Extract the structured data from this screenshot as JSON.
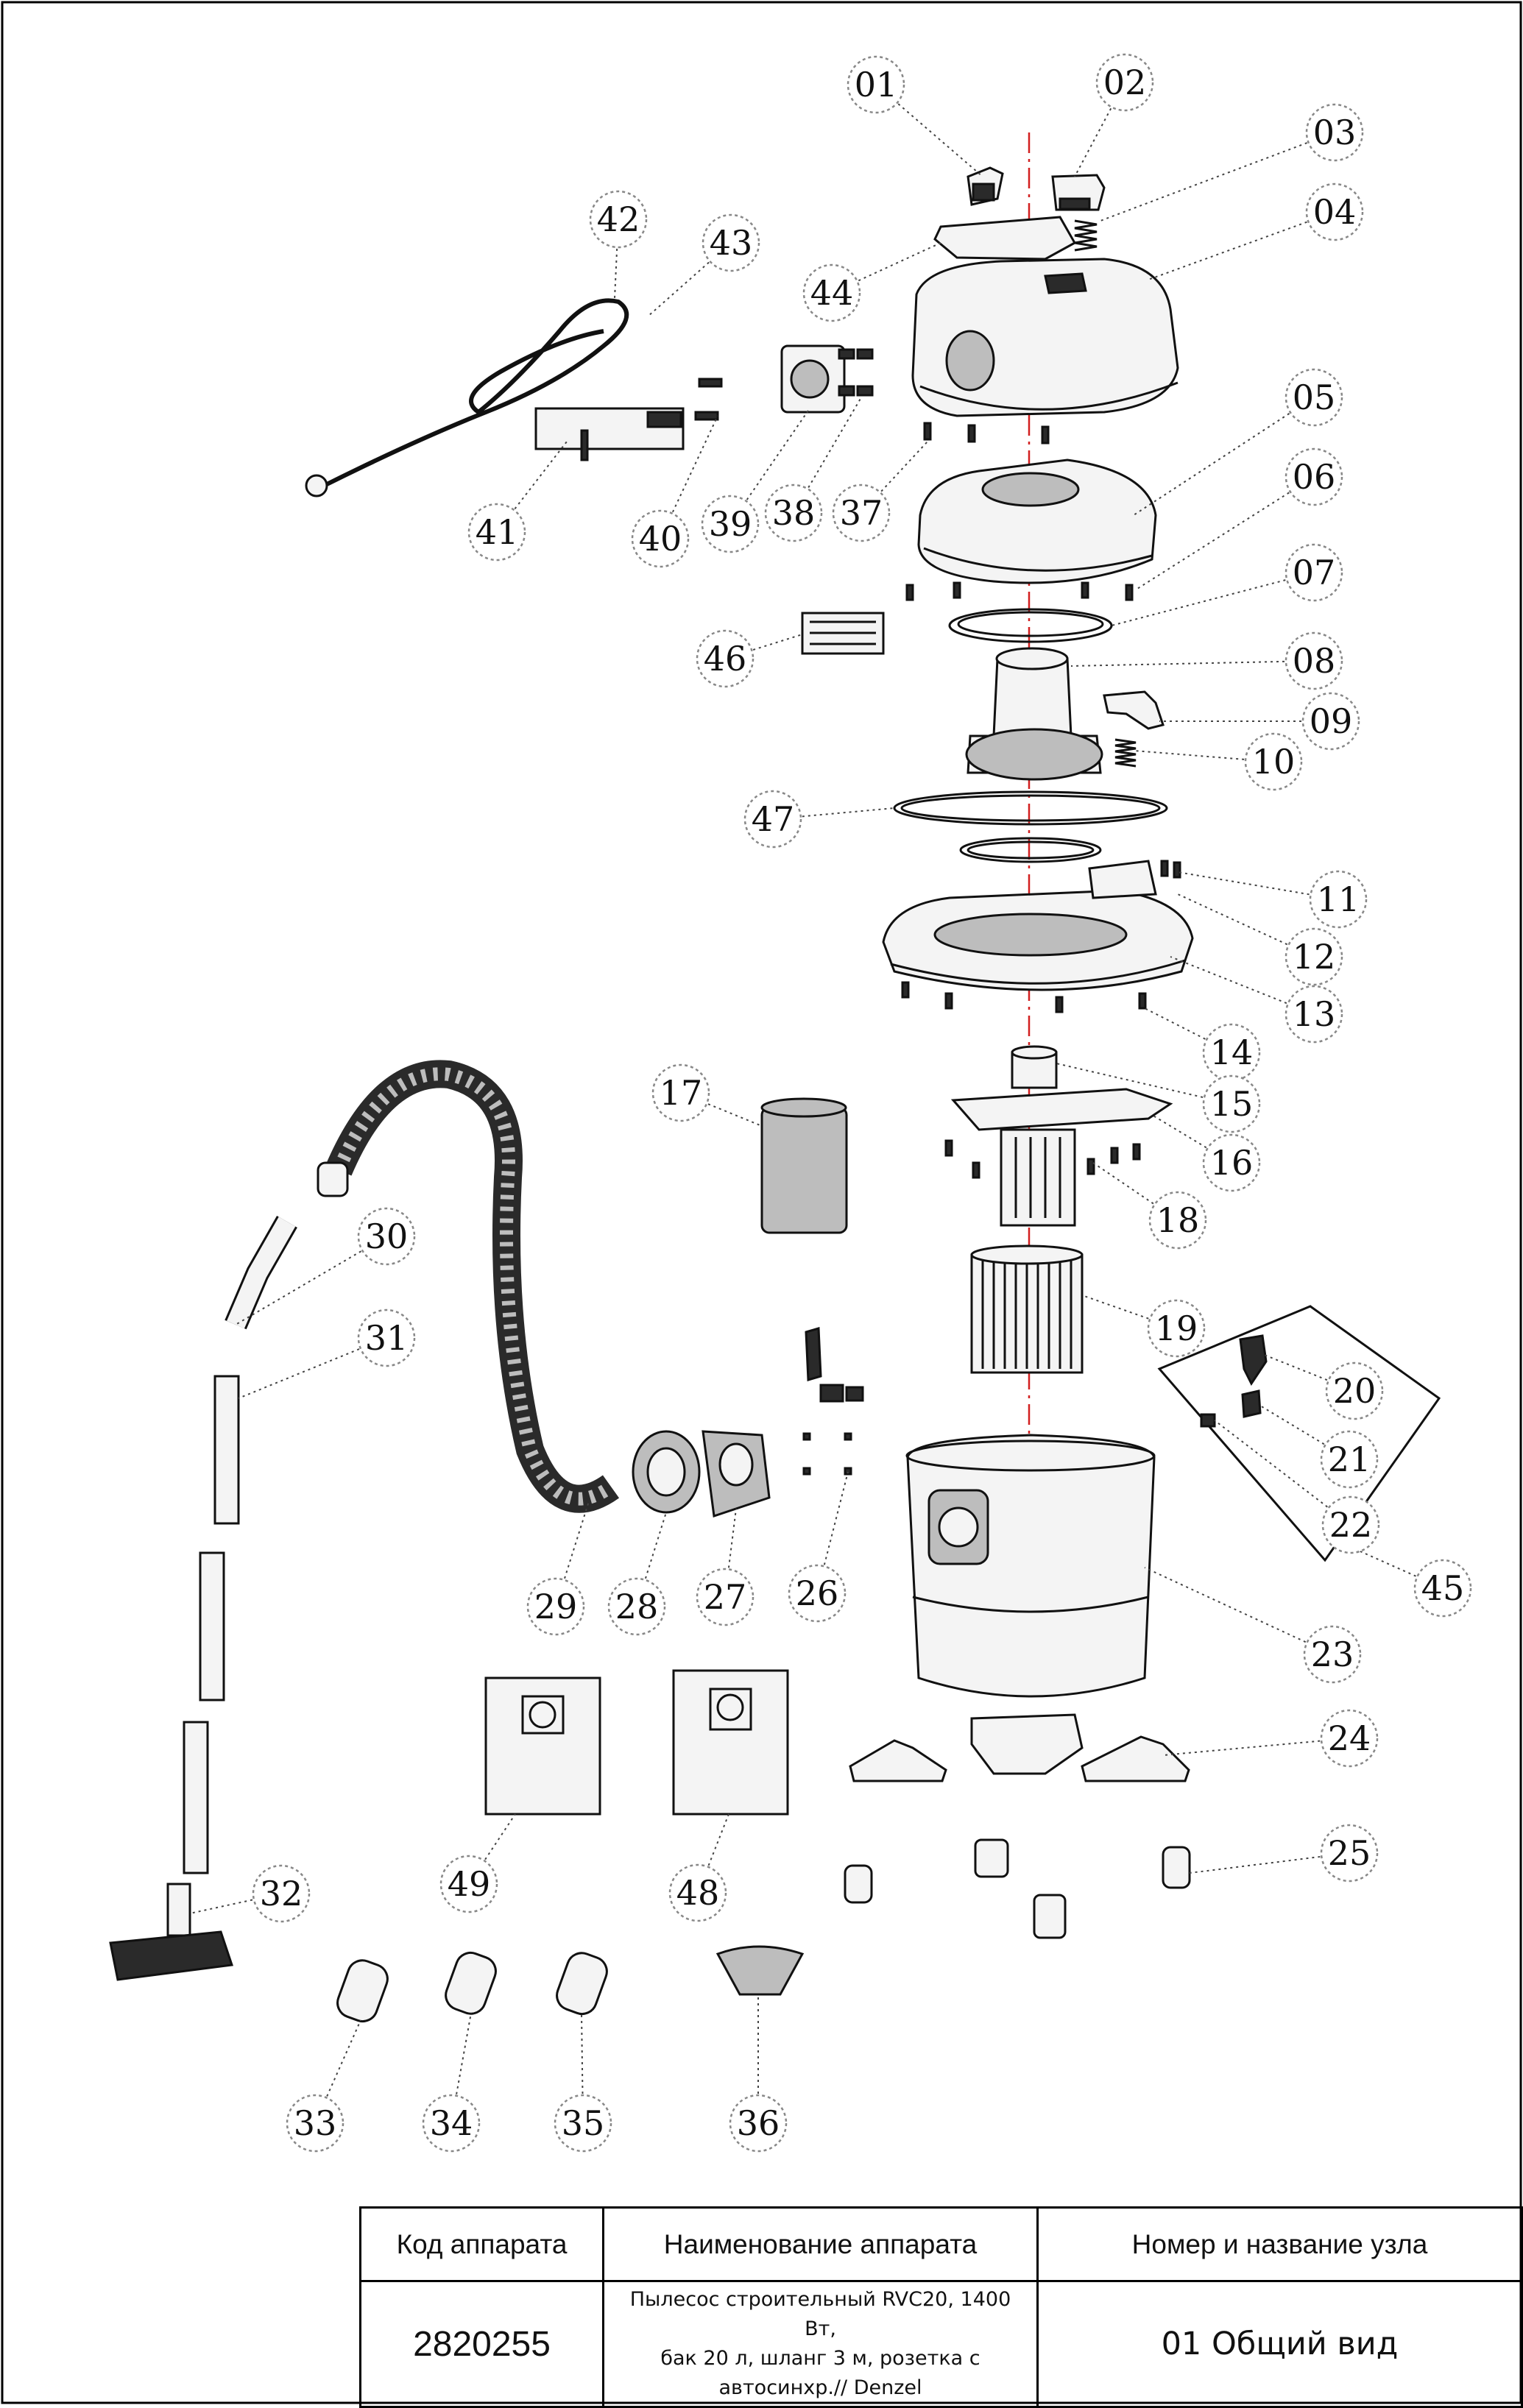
{
  "diagram": {
    "callouts": [
      "01",
      "02",
      "03",
      "04",
      "05",
      "06",
      "07",
      "08",
      "09",
      "10",
      "11",
      "12",
      "13",
      "14",
      "15",
      "16",
      "17",
      "18",
      "19",
      "20",
      "21",
      "22",
      "23",
      "24",
      "25",
      "26",
      "27",
      "28",
      "29",
      "30",
      "31",
      "32",
      "33",
      "34",
      "35",
      "36",
      "37",
      "38",
      "39",
      "40",
      "41",
      "42",
      "43",
      "44",
      "45",
      "46",
      "47",
      "48",
      "49"
    ]
  },
  "table": {
    "headers": [
      "Код аппарата",
      "Наименование аппарата",
      "Номер и название узла"
    ],
    "code": "2820255",
    "name_lines": [
      "Пылесос строительный RVC20, 1400 Вт,",
      "бак 20 л, шланг 3 м, розетка с",
      "автосинхр.// Denzel"
    ],
    "unit": "01 Общий вид"
  }
}
